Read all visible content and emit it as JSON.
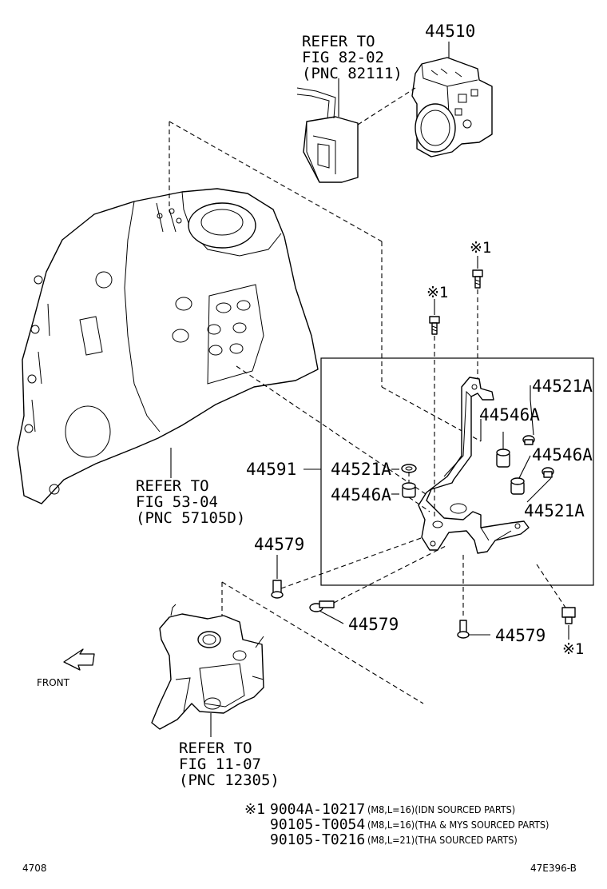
{
  "callouts": {
    "abs_actuator": "44510",
    "bracket_assy": "44591",
    "washer_upper": "44521A",
    "washer_left": "44521A",
    "washer_right": "44521A",
    "cushion_upper": "44546A",
    "cushion_left": "44546A",
    "cushion_right": "44546A",
    "bolt_left": "44579",
    "bolt_center": "44579",
    "bolt_bottom": "44579",
    "note_mark_top": "※1",
    "note_mark_mid": "※1",
    "note_mark_bottom": "※1"
  },
  "references": {
    "abs_harness": [
      "REFER TO",
      "FIG 82-02",
      "(PNC 82111)"
    ],
    "apron": [
      "REFER TO",
      "FIG 53-04",
      "(PNC 57105D)"
    ],
    "engine_mount": [
      "REFER TO",
      "FIG 11-07",
      "(PNC 12305)"
    ]
  },
  "front_label": "FRONT",
  "notes": {
    "mark": "※1",
    "rows": [
      {
        "code": "9004A-10217",
        "desc": "(M8,L=16)(IDN SOURCED PARTS)"
      },
      {
        "code": "90105-T0054",
        "desc": "(M8,L=16)(THA & MYS SOURCED PARTS)"
      },
      {
        "code": "90105-T0216",
        "desc": "(M8,L=21)(THA SOURCED PARTS)"
      }
    ]
  },
  "footer": {
    "page_number": "4708",
    "illustration_id": "47E396-B"
  }
}
